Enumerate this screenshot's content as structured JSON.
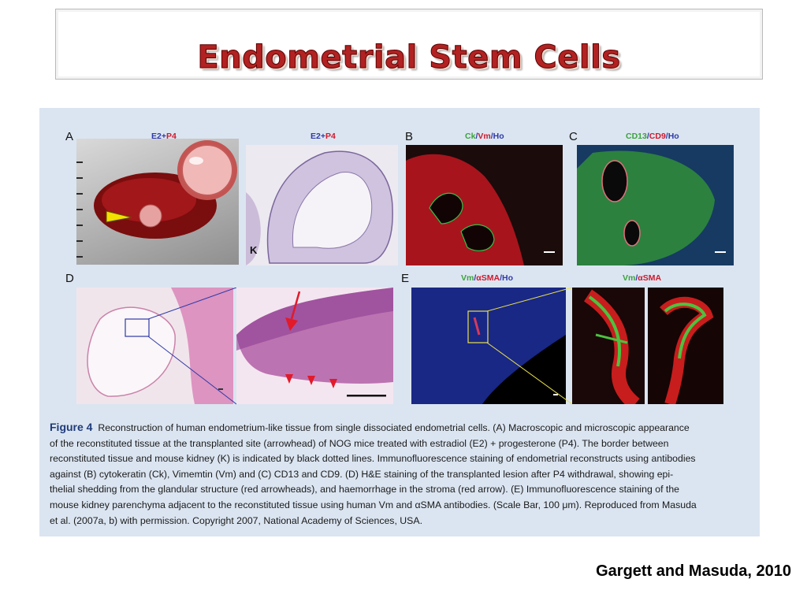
{
  "slide": {
    "title": "Endometrial Stem Cells",
    "credit": "Gargett and Masuda, 2010"
  },
  "figure": {
    "panels": {
      "A": {
        "label": "A",
        "stain1_a": "E2+",
        "stain1_b": "P4",
        "stain2_a": "E2+",
        "stain2_b": "P4",
        "kidney_label": "K"
      },
      "B": {
        "label": "B",
        "stain_ck": "Ck",
        "stain_vm": "Vm",
        "stain_ho": "Ho",
        "sep": "/"
      },
      "C": {
        "label": "C",
        "stain_cd13": "CD13",
        "stain_cd9": "CD9",
        "stain_ho": "Ho",
        "sep": "/"
      },
      "D": {
        "label": "D"
      },
      "E": {
        "label": "E",
        "stain1_vm": "Vm",
        "stain1_sma": "αSMA",
        "stain1_ho": "Ho",
        "stain2_vm": "Vm",
        "stain2_sma": "αSMA",
        "sep": "/"
      }
    },
    "caption": {
      "fig_label": "Figure 4",
      "lines": [
        "Reconstruction of human endometrium-like tissue from single dissociated endometrial cells. (A) Macroscopic and microscopic appearance",
        "of the reconstituted tissue at the transplanted site (arrowhead) of NOG mice treated with estradiol (E2) + progesterone (P4). The border between",
        "reconstituted tissue and mouse kidney (K) is indicated by black dotted lines. Immunofluorescence staining of endometrial reconstructs using antibodies",
        "against (B) cytokeratin (Ck), Vimemtin (Vm) and (C) CD13 and CD9. (D) H&E staining of the transplanted lesion after P4 withdrawal, showing epi-",
        "thelial shedding from the glandular structure (red arrowheads), and haemorrhage in the stroma (red arrow). (E) Immunofluorescence staining of the",
        "mouse kidney parenchyma adjacent to the reconstituted tissue using human Vm and αSMA antibodies. (Scale Bar, 100 μm). Reproduced from Masuda",
        "et al. (2007a, b) with permission. Copyright 2007, National Academy of Sciences, USA."
      ]
    }
  },
  "colors": {
    "title_red": "#b22222",
    "figure_bg": "#dbe5f1",
    "stain_blue": "#2f3aa8",
    "stain_red": "#d0192c",
    "stain_green": "#3aa33a"
  }
}
